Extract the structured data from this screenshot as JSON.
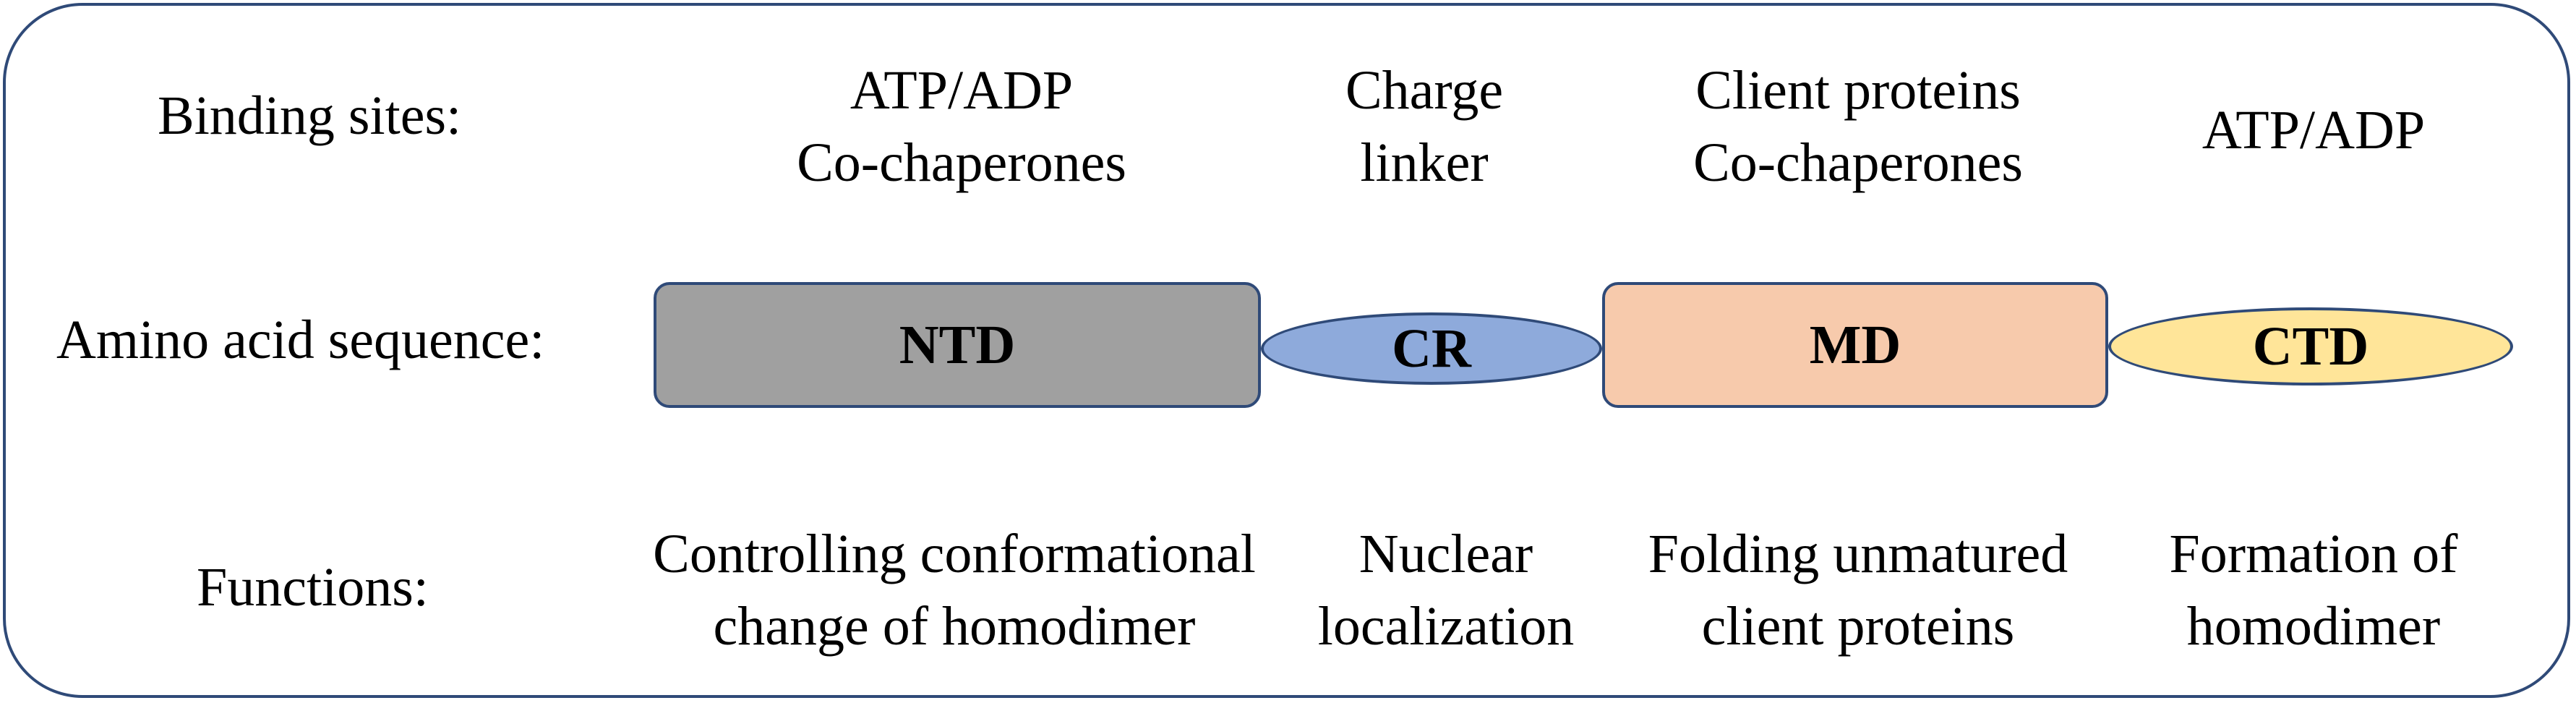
{
  "rows": {
    "binding_label": "Binding sites:",
    "sequence_label": "Amino acid sequence:",
    "functions_label": "Functions:"
  },
  "domains": [
    {
      "name": "NTD",
      "shape": "rectangle",
      "color": "#a0a0a0",
      "binding": "ATP/ADP\nCo-chaperones",
      "function": "Controlling conformational\nchange of homodimer"
    },
    {
      "name": "CR",
      "shape": "ellipse",
      "color": "#8eaadb",
      "binding": "Charge\nlinker",
      "function": "Nuclear\nlocalization"
    },
    {
      "name": "MD",
      "shape": "rectangle",
      "color": "#f7caac",
      "binding": "Client proteins\nCo-chaperones",
      "function": "Folding unmatured\nclient proteins"
    },
    {
      "name": "CTD",
      "shape": "ellipse",
      "color": "#ffe599",
      "binding": "ATP/ADP",
      "function": "Formation of\nhomodimer"
    }
  ],
  "colors": {
    "border": "#2f4a78"
  }
}
